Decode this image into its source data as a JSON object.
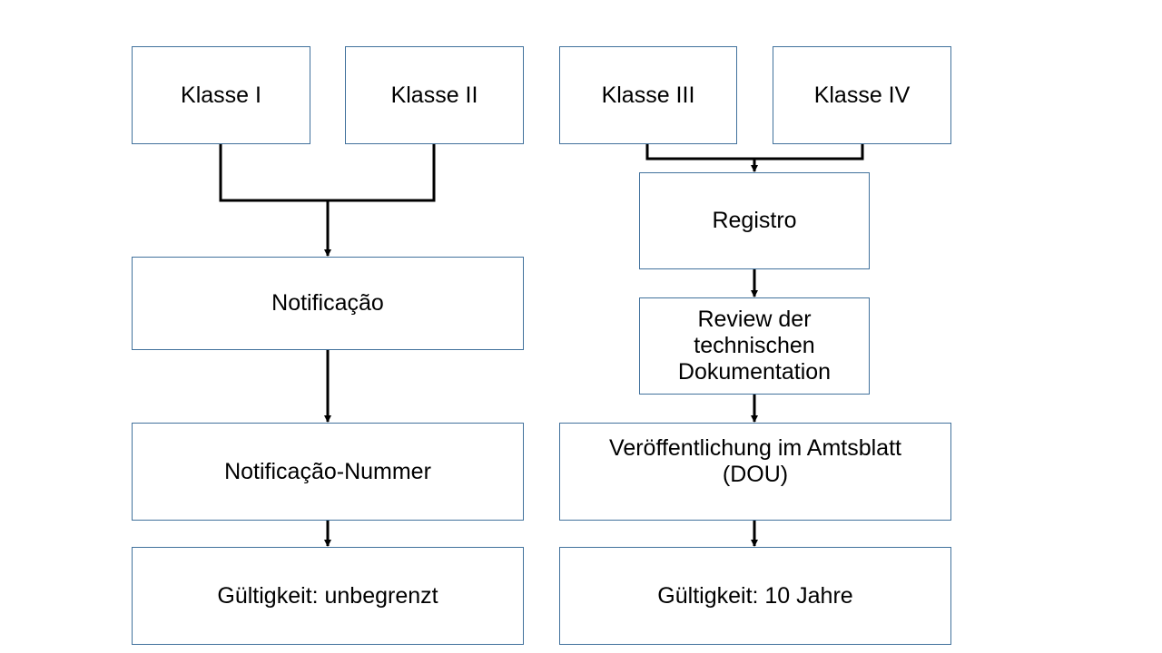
{
  "left_branch": {
    "class_1": "Klasse I",
    "class_2": "Klasse II",
    "step_1": "Notificação",
    "step_2": "Notificação-Nummer",
    "validity": "Gültigkeit: unbegrenzt"
  },
  "right_branch": {
    "class_3": "Klasse III",
    "class_4": "Klasse IV",
    "step_1": "Registro",
    "step_2_line_1": "Review der",
    "step_2_line_2": "technischen",
    "step_2_line_3": "Dokumentation",
    "step_3_line_1": "Veröffentlichung im Amtsblatt",
    "step_3_line_2": "(DOU)",
    "validity": "Gültigkeit: 10 Jahre"
  },
  "colors": {
    "box_border": "#41719c",
    "connector": "#000000"
  }
}
